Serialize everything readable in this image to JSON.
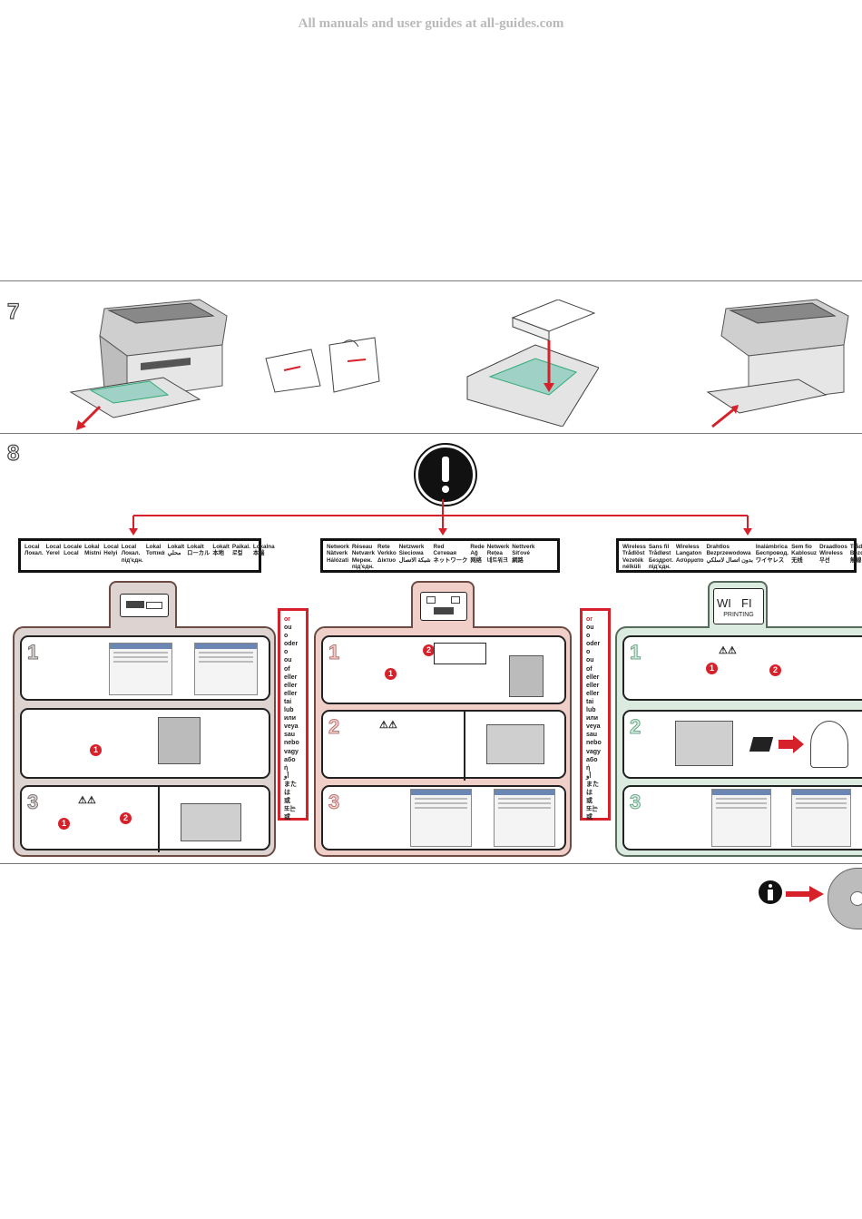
{
  "watermark": "All manuals and user guides at all-guides.com",
  "steps": {
    "step7": "7",
    "step8": "8"
  },
  "connection_types": {
    "local": {
      "columns": [
        [
          "Local",
          "Локал."
        ],
        [
          "Local",
          "Yerel"
        ],
        [
          "Locale",
          "Local"
        ],
        [
          "Lokal",
          "Místní"
        ],
        [
          "Local",
          "Helyi"
        ],
        [
          "Local",
          "Локал.",
          "під'єдн."
        ],
        [
          "Lokal",
          "Τοπικά"
        ],
        [
          "Lokalt",
          "محلي"
        ],
        [
          "Lokalt",
          "ローカル"
        ],
        [
          "Lokalt",
          "本地"
        ],
        [
          "Paikal.",
          "로컬"
        ],
        [
          "Lokalna",
          "本端"
        ]
      ]
    },
    "network": {
      "columns": [
        [
          "Network",
          "Nätverk",
          "Hálózati"
        ],
        [
          "Réseau",
          "Netværk",
          "Мереж.",
          "під'єдн."
        ],
        [
          "Rete",
          "Verkko",
          "Δίκτυο"
        ],
        [
          "Netzwerk",
          "Sieciowa",
          "شبكة الاتصال"
        ],
        [
          "Red",
          "Сетевая",
          "ネットワーク"
        ],
        [
          "Rede",
          "Ağ",
          "网络"
        ],
        [
          "Netwerk",
          "Rețea",
          "네트워크"
        ],
        [
          "Nettverk",
          "Síťové",
          "網路"
        ]
      ]
    },
    "wireless": {
      "columns": [
        [
          "Wireless",
          "Trådlöst",
          "Vezeték",
          "nélküli"
        ],
        [
          "Sans fil",
          "Trådløst",
          "Бездрот.",
          "під'єдн."
        ],
        [
          "Wireless",
          "Langaton",
          "Ασύρματο"
        ],
        [
          "Drahtlos",
          "Bezprzewodowa",
          "بدون اتصال لاسلكي"
        ],
        [
          "Inalámbrica",
          "Беспровод.",
          "ワイヤレス"
        ],
        [
          "Sem fio",
          "Kablosuz",
          "无线"
        ],
        [
          "Draadloos",
          "Wireless",
          "무선"
        ],
        [
          "Trådløst",
          "Bezdrátové",
          "無線"
        ]
      ]
    }
  },
  "or_words": [
    "or",
    "ou",
    "o",
    "oder",
    "o",
    "ou",
    "of",
    "eller",
    "eller",
    "eller",
    "tai",
    "lub",
    "или",
    "veya",
    "sau",
    "nebo",
    "vagy",
    "або",
    "ή",
    "أو",
    "または",
    "或",
    "또는",
    "或"
  ],
  "sub_numbers": {
    "one": "1",
    "two": "2",
    "three": "3"
  },
  "badges": {
    "one": "1",
    "two": "2"
  },
  "wifi_label": {
    "top_left": "WI",
    "top_right": "FI",
    "bottom": "PRINTING"
  },
  "colors": {
    "local_panel": "#ddd3d0",
    "network_panel": "#f1cfc9",
    "wireless_panel": "#dcebe0",
    "accent_red": "#d6212b"
  },
  "icons": [
    "exclamation-icon",
    "usb-icon",
    "network-icon",
    "wifi-icon",
    "info-icon",
    "cd-icon",
    "warning-icon",
    "power-cord-icon",
    "printer-icon",
    "arrow-icon"
  ]
}
